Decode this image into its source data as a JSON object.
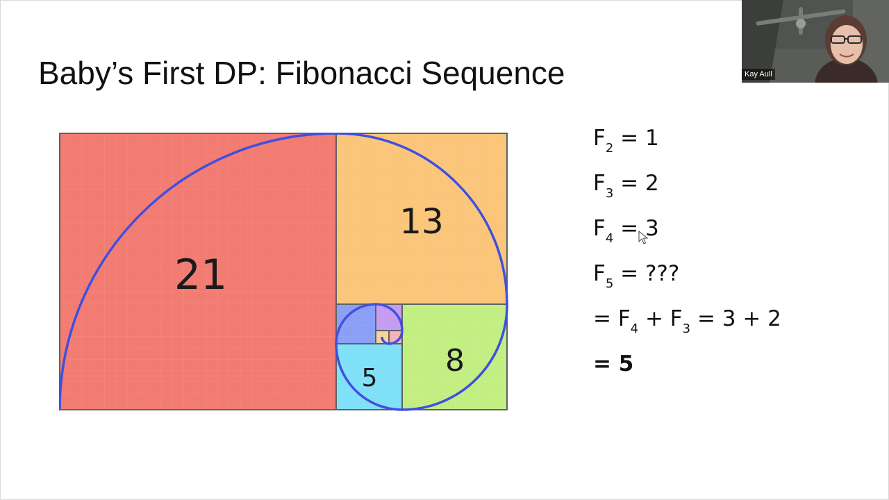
{
  "slide": {
    "title": "Baby’s First DP: Fibonacci Sequence"
  },
  "diagram": {
    "labels": {
      "sq21": "21",
      "sq13": "13",
      "sq8": "8",
      "sq5": "5"
    },
    "colors": {
      "sq21": "#f27b72",
      "sq13": "#fbc57a",
      "sq8": "#c2ee82",
      "sq5": "#7fe0f7",
      "sq3": "#8a9ff5",
      "sq2": "#c49cf2",
      "sq1a": "#f7b0b8",
      "sq1b": "#f7d29a",
      "spiral": "#3f4fe0"
    }
  },
  "equations": [
    {
      "pre": "F",
      "sub": "2",
      "post": " = 1"
    },
    {
      "pre": "F",
      "sub": "3",
      "post": " = 2"
    },
    {
      "pre": "F",
      "sub": "4",
      "post": " = 3"
    },
    {
      "pre": "F",
      "sub": "5",
      "post": " = ???"
    },
    {
      "p1": "= F",
      "s1": "4",
      "p2": " + F",
      "s2": "3",
      "p3": " = 3 + 2"
    },
    {
      "bold": "= 5"
    }
  ],
  "webcam": {
    "participant_name": "Kay Aull"
  }
}
